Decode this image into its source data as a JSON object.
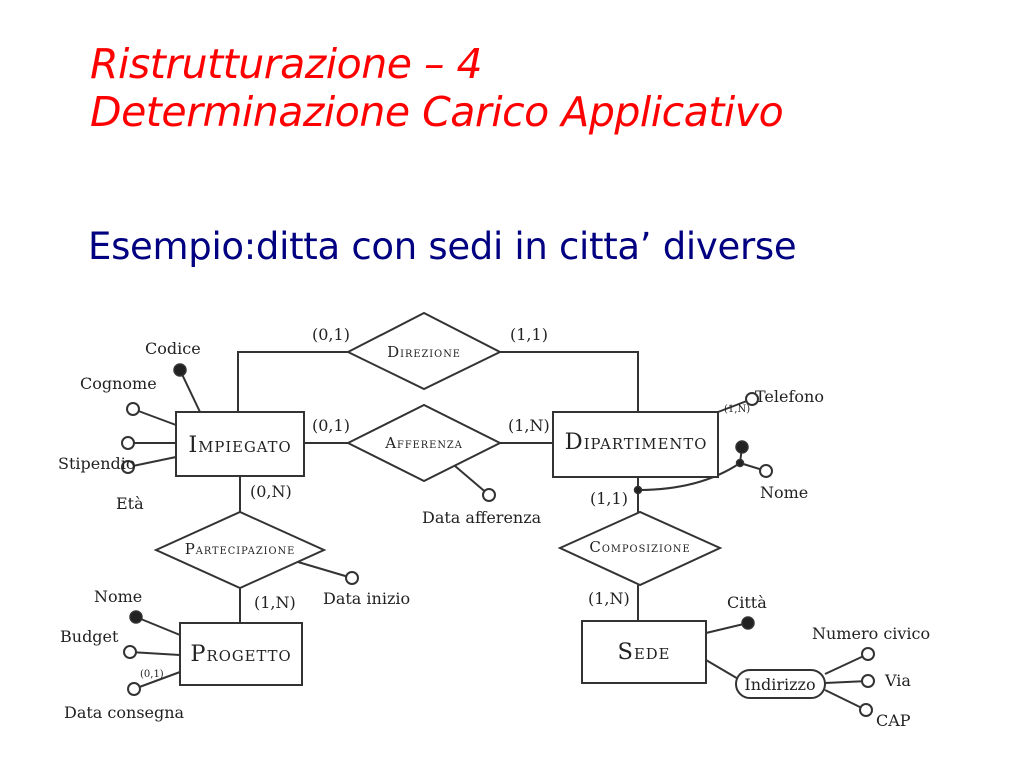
{
  "slide": {
    "title_line1": "Ristrutturazione – 4",
    "title_line2": "Determinazione Carico Applicativo",
    "subtitle": "Esempio:ditta con sedi in citta’ diverse"
  },
  "diagram": {
    "entities": {
      "impiegato": "Impiegato",
      "dipartimento": "Dipartimento",
      "progetto": "Progetto",
      "sede": "Sede"
    },
    "relationships": {
      "direzione": "Direzione",
      "afferenza": "Afferenza",
      "partecipazione": "Partecipazione",
      "composizione": "Composizione"
    },
    "attributes": {
      "codice": "Codice",
      "cognome": "Cognome",
      "stipendio": "Stipendio",
      "eta": "Età",
      "telefono": "Telefono",
      "nome_dip": "Nome",
      "data_afferenza": "Data afferenza",
      "data_inizio": "Data inizio",
      "nome_prog": "Nome",
      "budget": "Budget",
      "data_consegna": "Data consegna",
      "citta": "Città",
      "indirizzo": "Indirizzo",
      "numero_civico": "Numero civico",
      "via": "Via",
      "cap": "CAP"
    },
    "cardinalities": {
      "imp_direzione": "(0,1)",
      "dip_direzione": "(1,1)",
      "imp_afferenza": "(0,1)",
      "dip_afferenza": "(1,N)",
      "imp_partecipazione": "(0,N)",
      "prog_partecipazione": "(1,N)",
      "dip_composizione": "(1,1)",
      "sede_composizione": "(1,N)",
      "telefono": "(1,N)",
      "data_consegna": "(0,1)"
    }
  }
}
